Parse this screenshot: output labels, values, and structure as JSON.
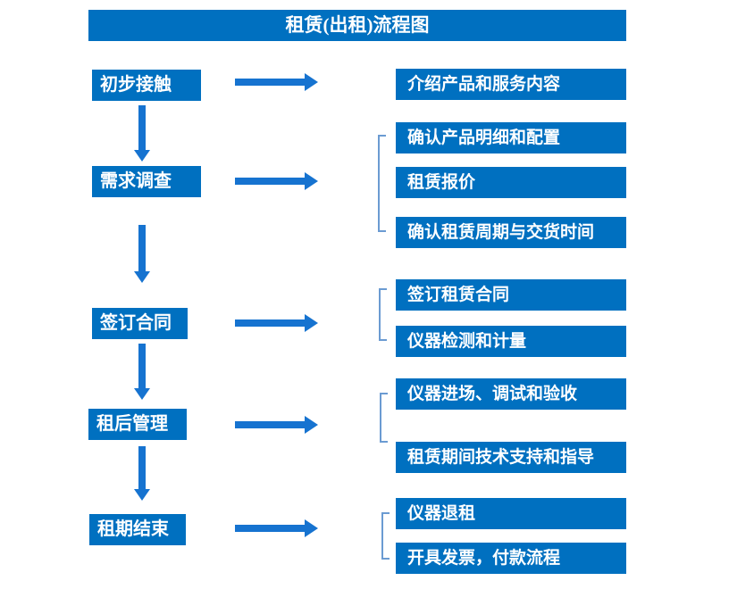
{
  "title": "租赁(出租)流程图",
  "colors": {
    "box_blue": "#0070c0",
    "arrow_blue": "#1673d0",
    "bracket_blue": "#6b9bd2",
    "text": "#ffffff",
    "background": "#ffffff"
  },
  "stages": [
    {
      "label": "初步接触",
      "outputs": [
        "介绍产品和服务内容"
      ]
    },
    {
      "label": "需求调查",
      "outputs": [
        "确认产品明细和配置",
        "租赁报价",
        "确认租赁周期与交货时间"
      ]
    },
    {
      "label": "签订合同",
      "outputs": [
        "签订租赁合同",
        "仪器检测和计量"
      ]
    },
    {
      "label": "租后管理",
      "outputs": [
        "仪器进场、调试和验收",
        "租赁期间技术支持和指导"
      ]
    },
    {
      "label": "租期结束",
      "outputs": [
        "仪器退租",
        "开具发票，付款流程"
      ]
    }
  ]
}
